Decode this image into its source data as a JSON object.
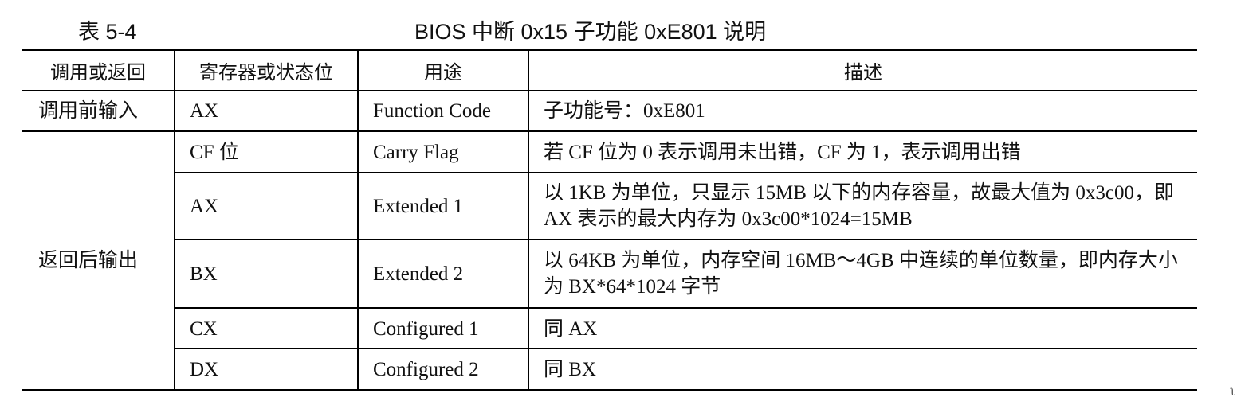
{
  "caption": {
    "label": "表 5-4",
    "title": "BIOS 中断 0x15 子功能 0xE801 说明"
  },
  "table": {
    "headers": [
      "调用或返回",
      "寄存器或状态位",
      "用途",
      "描述"
    ],
    "input_group": "调用前输入",
    "output_group": "返回后输出",
    "input_rows": [
      {
        "reg": "AX",
        "use": "Function Code",
        "desc": "子功能号：0xE801"
      }
    ],
    "output_rows": [
      {
        "reg": "CF 位",
        "use": "Carry Flag",
        "desc": "若 CF 位为 0 表示调用未出错，CF 为 1，表示调用出错"
      },
      {
        "reg": "AX",
        "use": "Extended 1",
        "desc": "以 1KB 为单位，只显示 15MB 以下的内存容量，故最大值为 0x3c00，即 AX 表示的最大内存为 0x3c00*1024=15MB"
      },
      {
        "reg": "BX",
        "use": "Extended 2",
        "desc": "以 64KB 为单位，内存空间 16MB～4GB 中连续的单位数量，即内存大小为 BX*64*1024 字节"
      },
      {
        "reg": "CX",
        "use": "Configured 1",
        "desc": "同 AX"
      },
      {
        "reg": "DX",
        "use": "Configured 2",
        "desc": "同 BX"
      }
    ]
  },
  "corner_mark": "ʅ"
}
